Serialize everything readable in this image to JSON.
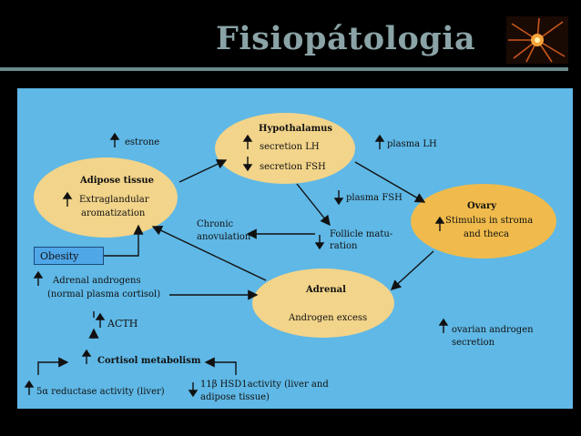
{
  "header": {
    "title": "Fisiopátologia"
  },
  "logo": {
    "icon": "neuron-starburst-icon"
  },
  "nodes": {
    "hypothalamus": {
      "title": "Hypothalamus",
      "line1": "secretion LH",
      "line2": "secretion FSH"
    },
    "adipose": {
      "title": "Adipose tissue",
      "line1": "Extraglandular",
      "line2": "aromatization"
    },
    "ovary": {
      "title": "Ovary",
      "line1": "Stimulus in stroma",
      "line2": "and theca"
    },
    "adrenal": {
      "title": "Adrenal",
      "line1": "Androgen excess"
    },
    "obesity": "Obesity"
  },
  "labels": {
    "estrone": "estrone",
    "plasma_lh": "plasma LH",
    "plasma_fsh": "plasma FSH",
    "chronic_1": "Chronic",
    "chronic_2": "anovulation",
    "follicle_1": "Follicle matu-",
    "follicle_2": "ration",
    "adrenal_androgens_1": "Adrenal androgens",
    "adrenal_androgens_2": "(normal plasma cortisol)",
    "acth": "ACTH",
    "cortisol_metabolism": "Cortisol metabolism",
    "reductase": "5α reductase activity (liver)",
    "hsd_1": "11β HSD1activity (liver and",
    "hsd_2": "adipose tissue)",
    "ovarian_1": "ovarian androgen",
    "ovarian_2": "secretion"
  },
  "colors": {
    "panel": "#5fb8e6",
    "ellipse": "#f2d48a",
    "ellipse_strong": "#f0bb4c",
    "title": "#8aa3a6"
  }
}
